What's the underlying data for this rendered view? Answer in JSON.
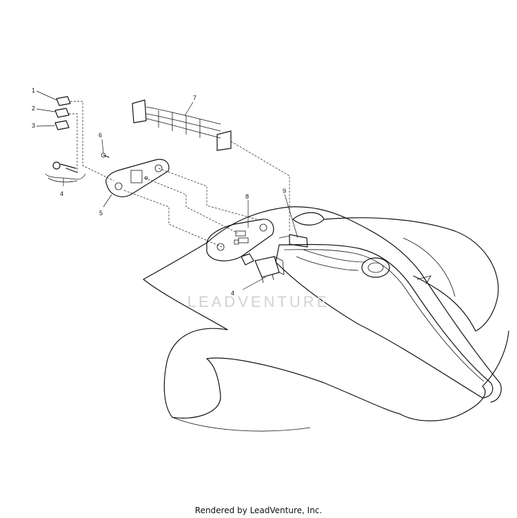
{
  "callouts": [
    "1",
    "2",
    "3",
    "4",
    "5",
    "6",
    "7",
    "8",
    "9",
    "4"
  ],
  "watermark": "LEADVENTURE",
  "credit": "Rendered by LeadVenture, Inc.",
  "colors": {
    "ink": "#111111",
    "watermark": "#d2d2d2",
    "background": "#ffffff"
  }
}
